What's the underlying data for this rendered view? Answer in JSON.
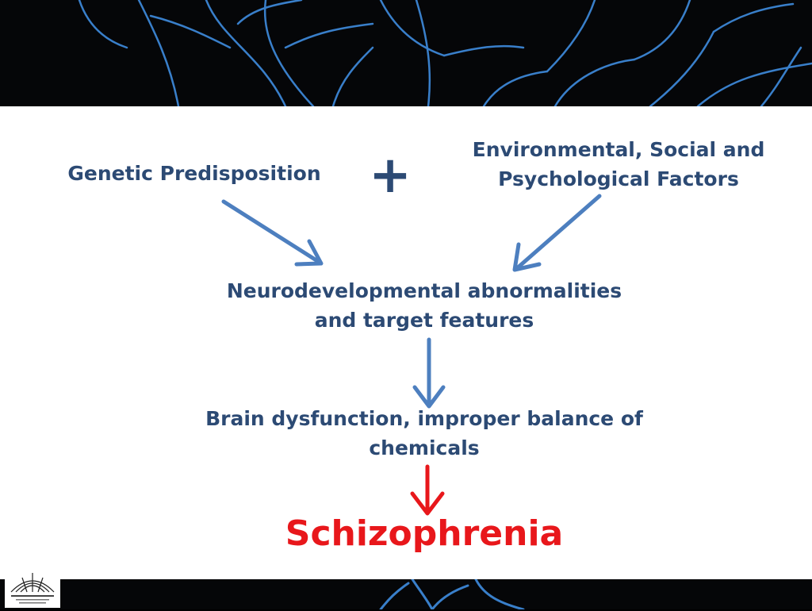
{
  "diagram": {
    "genetic": "Genetic Predisposition",
    "plus": "+",
    "environment_line1": "Environmental, Social and",
    "environment_line2": "Psychological Factors",
    "neuro_line1": "Neurodevelopmental abnormalities",
    "neuro_line2": "and target features",
    "brain_line1": "Brain dysfunction, improper balance of",
    "brain_line2": "chemicals",
    "outcome": "Schizophrenia"
  },
  "colors": {
    "text": "#2c4a74",
    "arrow_blue": "#4d7fbf",
    "arrow_red": "#e8171b",
    "outcome": "#e8171b",
    "nerve": "#3f8de0"
  }
}
